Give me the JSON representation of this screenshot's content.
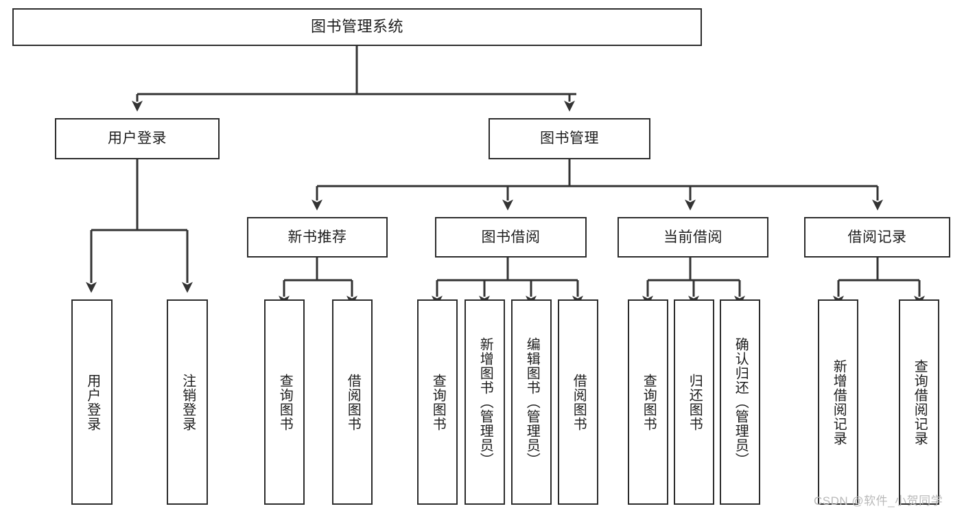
{
  "diagram": {
    "title": "图书管理系统",
    "type": "tree",
    "colors": {
      "border": "#2b2b2b",
      "background": "#ffffff",
      "text": "#1d1d1d",
      "connector": "#333333",
      "watermark": "#b9b9b9"
    },
    "root": {
      "label": "图书管理系统"
    },
    "level2": [
      {
        "label": "用户登录"
      },
      {
        "label": "图书管理"
      }
    ],
    "level3": [
      {
        "label": "新书推荐"
      },
      {
        "label": "图书借阅"
      },
      {
        "label": "当前借阅"
      },
      {
        "label": "借阅记录"
      }
    ],
    "leaves": {
      "user_login": [
        {
          "label": "用户登录"
        },
        {
          "label": "注销登录"
        }
      ],
      "new_book_recommend": [
        {
          "label": "查询图书"
        },
        {
          "label": "借阅图书"
        }
      ],
      "book_borrow": [
        {
          "label": "查询图书"
        },
        {
          "label": "新增图书（管理员）"
        },
        {
          "label": "编辑图书（管理员）"
        },
        {
          "label": "借阅图书"
        }
      ],
      "current_borrow": [
        {
          "label": "查询图书"
        },
        {
          "label": "归还图书"
        },
        {
          "label": "确认归还（管理员）"
        }
      ],
      "borrow_record": [
        {
          "label": "新增借阅记录"
        },
        {
          "label": "查询借阅记录"
        }
      ]
    },
    "watermark": "CSDN @软件_小贺同学"
  }
}
